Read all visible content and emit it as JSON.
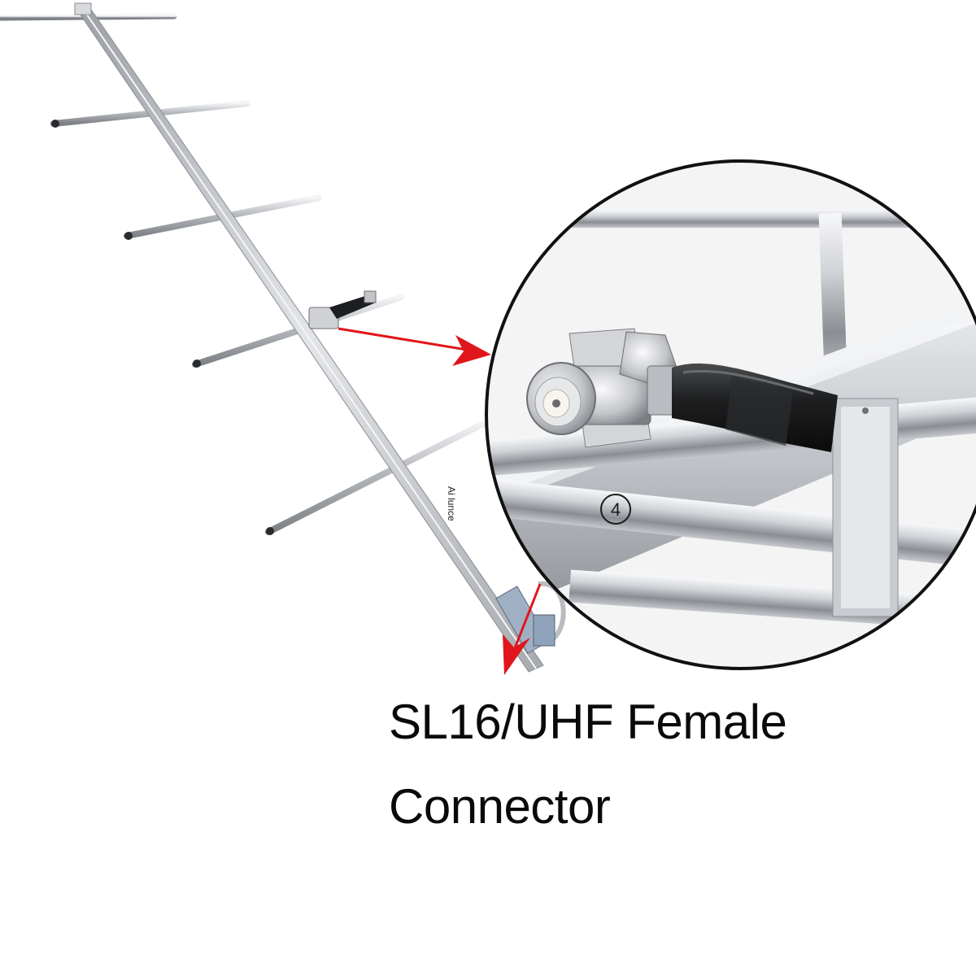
{
  "caption": {
    "line1": "SL16/UHF Female",
    "line2": "Connector"
  },
  "antenna": {
    "brand_label": "Ai lunce",
    "element_marker": "4"
  },
  "colors": {
    "background": "#ffffff",
    "arrow": "#e0161c",
    "aluminum": "#c9cbd0",
    "callout_border": "#111111",
    "caption_text": "#0a0a0a"
  }
}
